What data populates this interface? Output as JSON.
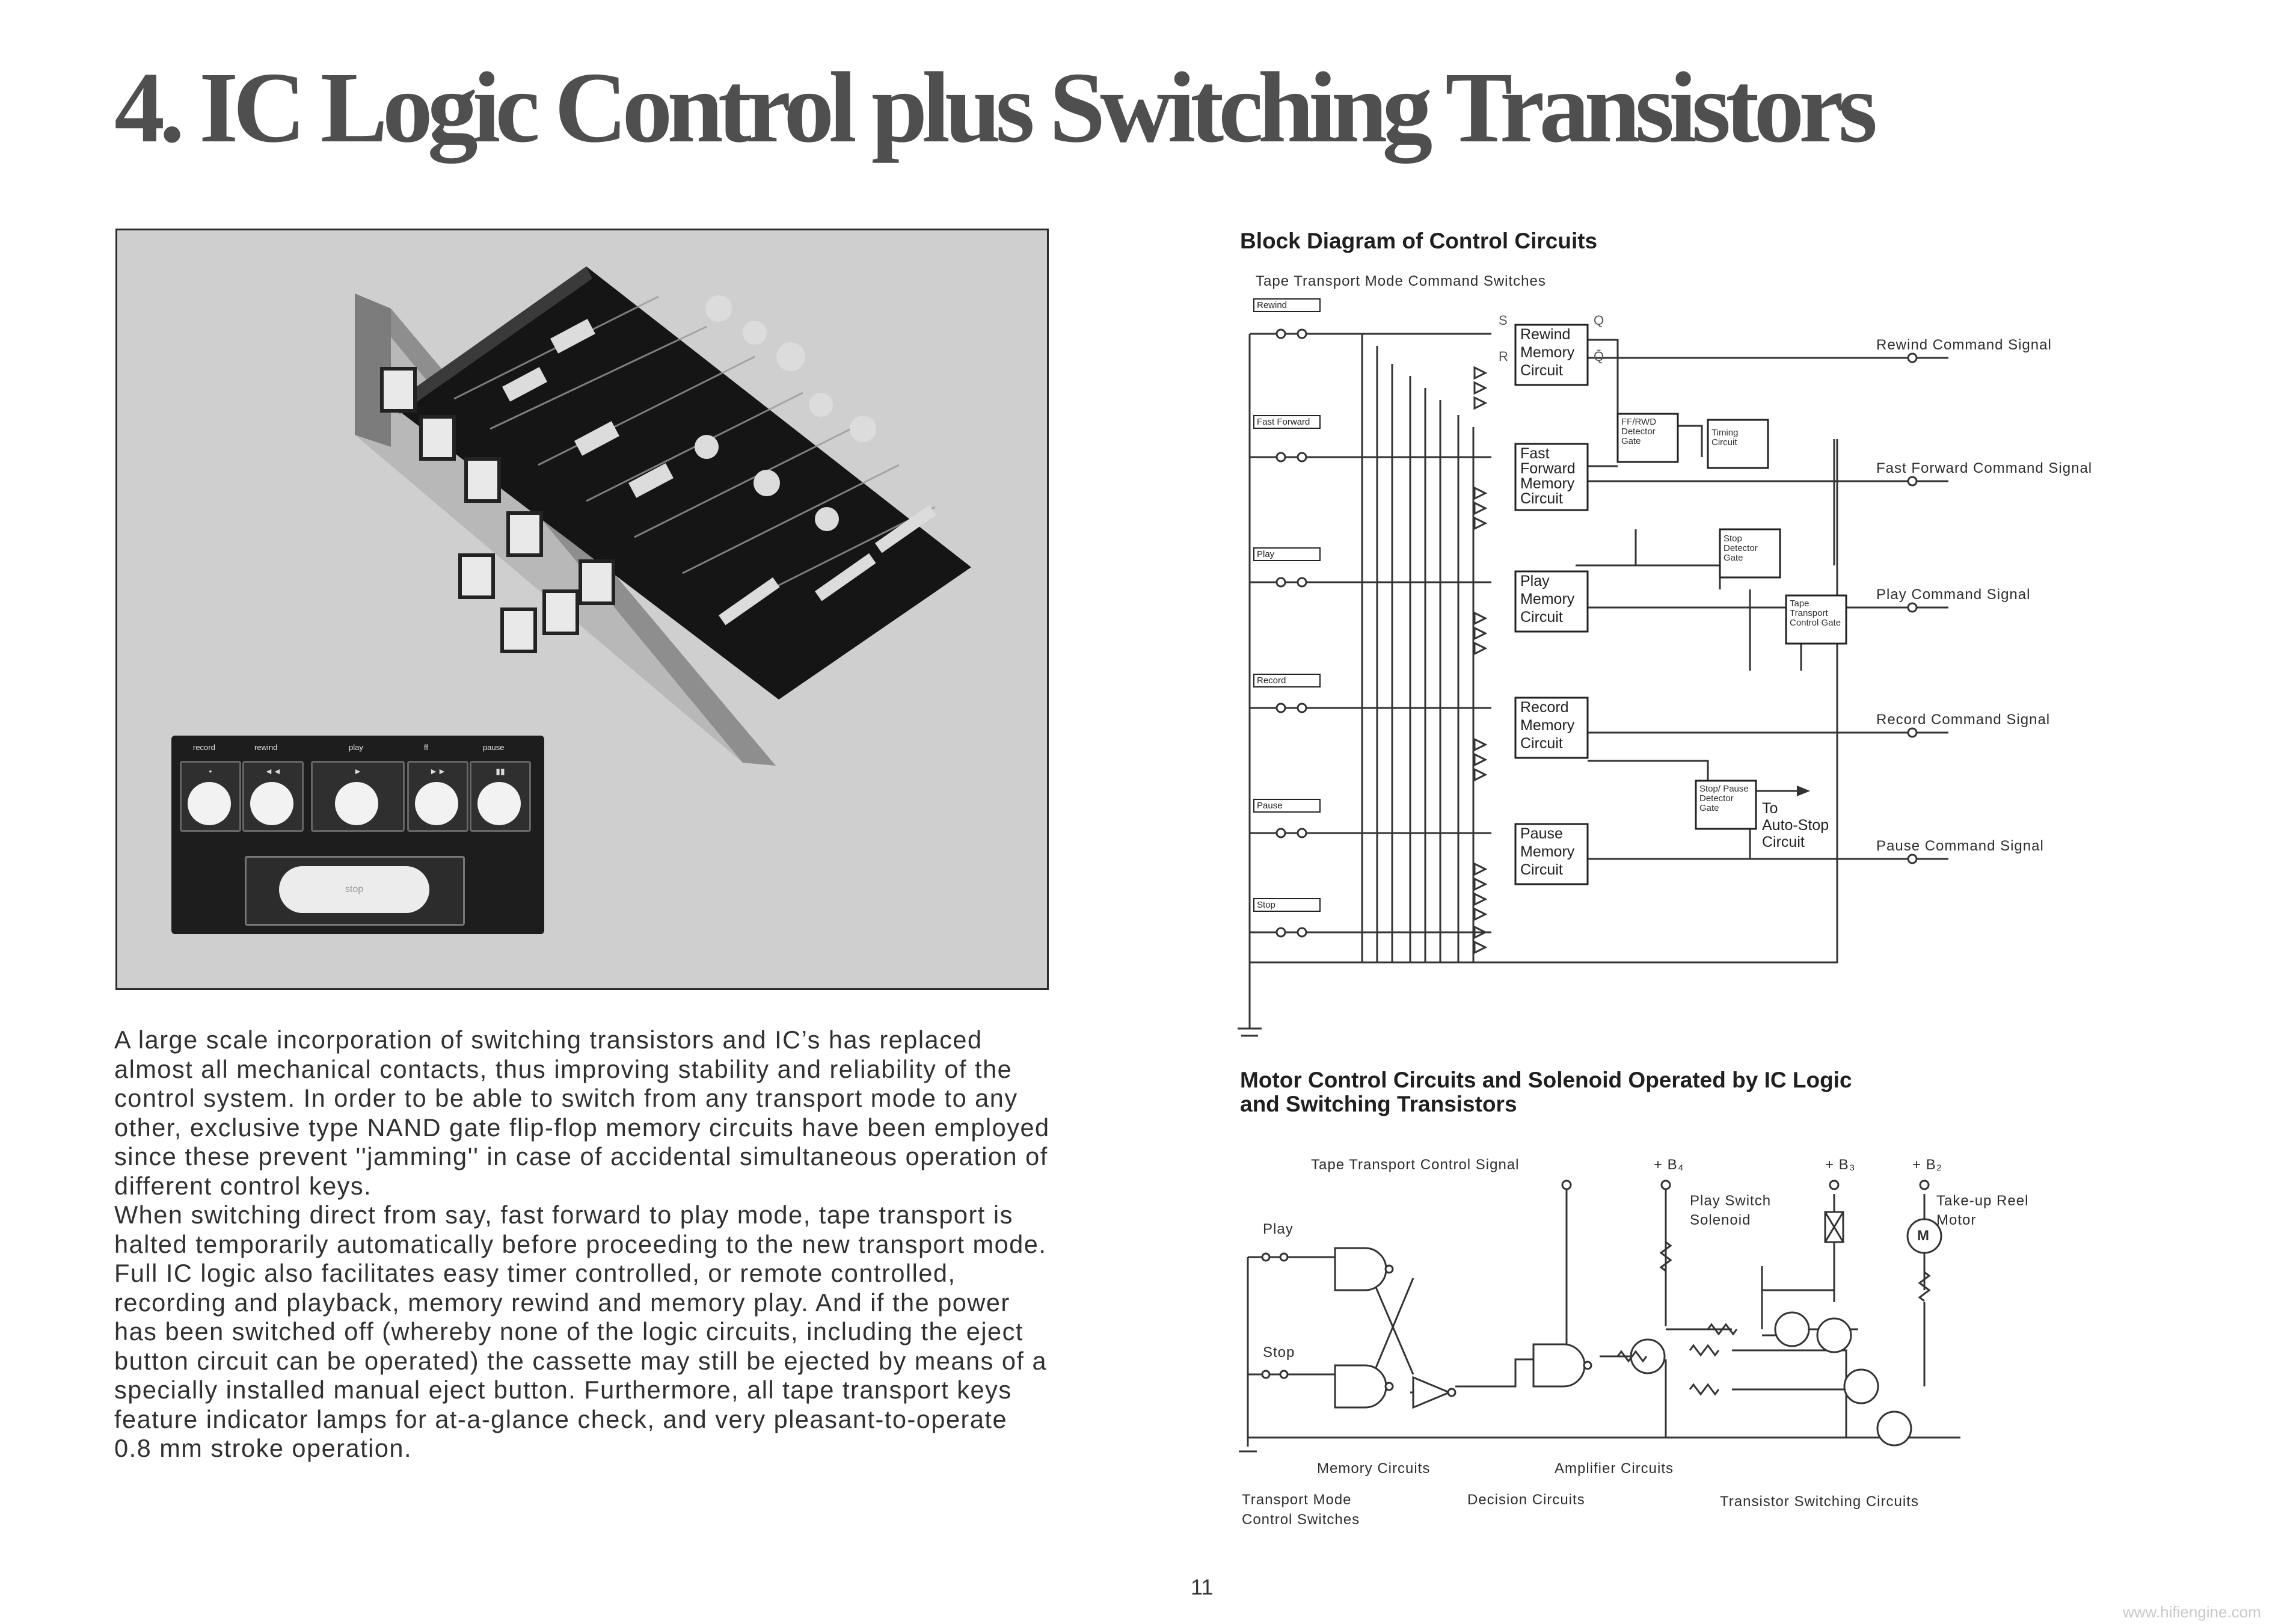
{
  "title": "4. IC Logic Control plus Switching Transistors",
  "photo": {
    "panel_labels": [
      "record",
      "rewind",
      "play",
      "ff",
      "pause"
    ],
    "panel_glyphs": [
      "•",
      "◄◄",
      "►",
      "►►",
      "▮▮"
    ],
    "stop_label": "stop"
  },
  "body": {
    "paragraph1": "A large scale incorporation of switching transistors and IC’s has replaced almost all mechanical contacts, thus improving stability and reliability of the control system. In order to be able to switch from any transport mode to any other, exclusive type NAND gate flip-flop memory circuits have been employed since these prevent ''jamming'' in case of accidental simultaneous operation of different control keys.",
    "paragraph2": "When switching direct from say, fast forward to play mode, tape transport is halted temporarily automatically before proceeding to the new transport mode. Full IC logic also facilitates easy timer controlled, or remote controlled, recording and playback, memory rewind and memory play. And if the power has been switched off (whereby none of the logic circuits, including the eject button circuit can be operated) the cassette may still be ejected by means of a specially installed manual eject button. Furthermore, all tape transport keys feature indicator lamps for at-a-glance check, and very pleasant-to-operate 0.8 mm stroke operation."
  },
  "block_diagram": {
    "heading": "Block Diagram of Control Circuits",
    "switches_heading": "Tape Transport Mode Command Switches",
    "switches": [
      "Rewind",
      "Fast Forward",
      "Play",
      "Record",
      "Pause",
      "Stop"
    ],
    "memory_circuits": [
      [
        "Rewind",
        "Memory",
        "Circuit"
      ],
      [
        "Fast",
        "Forward",
        "Memory",
        "Circuit"
      ],
      [
        "Play",
        "Memory",
        "Circuit"
      ],
      [
        "Record",
        "Memory",
        "Circuit"
      ],
      [
        "Pause",
        "Memory",
        "Circuit"
      ]
    ],
    "pins": {
      "s": "S",
      "r": "R",
      "q": "Q",
      "qbar": "Q̄"
    },
    "gates": {
      "ffrwd": "FF/RWD Detector Gate",
      "timing": "Timing Circuit",
      "stop_detector": "Stop Detector Gate",
      "tape_transport": "Tape Transport Control Gate",
      "stop_pause": "Stop/ Pause Detector Gate"
    },
    "auto_stop": [
      "To",
      "Auto-Stop",
      "Circuit"
    ],
    "outputs": [
      "Rewind Command Signal",
      "Fast Forward Command Signal",
      "Play Command Signal",
      "Record Command Signal",
      "Pause Command Signal"
    ]
  },
  "motor_diagram": {
    "heading_line1": "Motor Control Circuits and Solenoid Operated by IC Logic",
    "heading_line2": "and Switching Transistors",
    "tape_signal": "Tape Transport Control Signal",
    "b4": "+ B₄",
    "b3": "+ B₃",
    "b2": "+ B₂",
    "play_switch_solenoid": [
      "Play Switch",
      "Solenoid"
    ],
    "takeup_motor": [
      "Take-up Reel",
      "Motor"
    ],
    "motor_symbol": "M",
    "play": "Play",
    "stop": "Stop",
    "memory_circuits": "Memory Circuits",
    "amplifier_circuits": "Amplifier Circuits",
    "transport_mode_switches": [
      "Transport Mode",
      "Control Switches"
    ],
    "decision_circuits": "Decision Circuits",
    "transistor_switching": "Transistor Switching Circuits"
  },
  "page_number": "11",
  "watermark": "www.hifiengine.com"
}
